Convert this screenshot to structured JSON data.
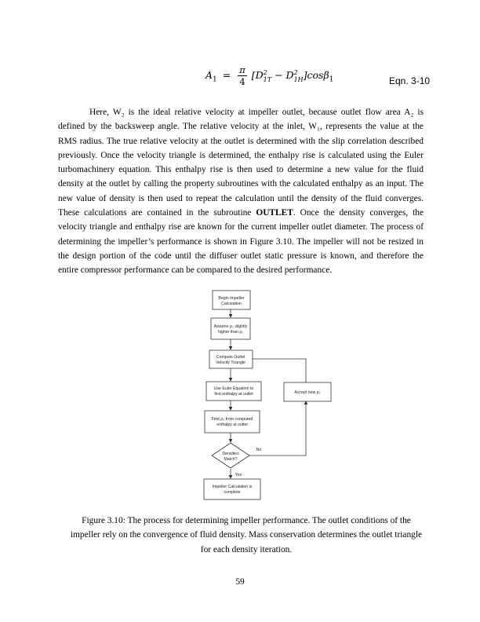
{
  "equation": {
    "lhs": "A",
    "lhs_sub": "1",
    "equals": "=",
    "frac_num": "π",
    "frac_den": "4",
    "bracket_body": "[D",
    "sub1": "1T",
    "sup1": "2",
    "minus": " − D",
    "sub2": "1H",
    "sup2": "2",
    "tail": "]cosβ",
    "tail_sub": "1",
    "number": "Eqn. 3-10"
  },
  "paragraph": "Here, W₂ is the ideal relative velocity at impeller outlet, because outlet flow area A₂ is defined by the backsweep angle. The relative velocity at the inlet, W₁, represents the value at the RMS radius. The true relative velocity at the outlet is determined with the slip correlation described previously. Once the velocity triangle is determined, the enthalpy rise is calculated using the Euler turbomachinery equation. This enthalpy rise is then used to determine a new value for the fluid density at the outlet by calling the property subroutines with the calculated enthalpy as an input. The new value of density is then used to repeat the calculation until the density of the fluid converges. These calculations are contained in the subroutine ",
  "paragraph_bold": "OUTLET",
  "paragraph_end": ". Once the density converges, the velocity triangle and enthalpy rise are known for the current impeller outlet diameter. The process of determining the impeller’s performance is shown in Figure 3.10. The impeller will not be resized in the design portion of the code until the diffuser outlet static pressure is known, and therefore the entire compressor performance can be compared to the desired performance.",
  "flowchart": {
    "begin": [
      "Begin Impeller",
      "Calculation"
    ],
    "assume": [
      "Assume ρ₂ slightly",
      "higher than ρ₁"
    ],
    "velocity": [
      "Compute Outlet",
      "Velocity Triangle"
    ],
    "euler": [
      "Use Euler Equation to",
      "find enthalpy at outlet"
    ],
    "find": [
      "Find ρ₂ from computed",
      "enthalpy at outlet"
    ],
    "decision": [
      "Densities",
      "Match?"
    ],
    "accept": "Accept new ρ₂",
    "no": "No",
    "yes": "Yes",
    "complete": [
      "Impeller Calculation is",
      "complete"
    ]
  },
  "caption": "Figure 3.10: The process for determining impeller performance. The outlet conditions of the impeller rely on the convergence of fluid density. Mass conservation determines the outlet triangle for each density iteration.",
  "page_number": "59"
}
